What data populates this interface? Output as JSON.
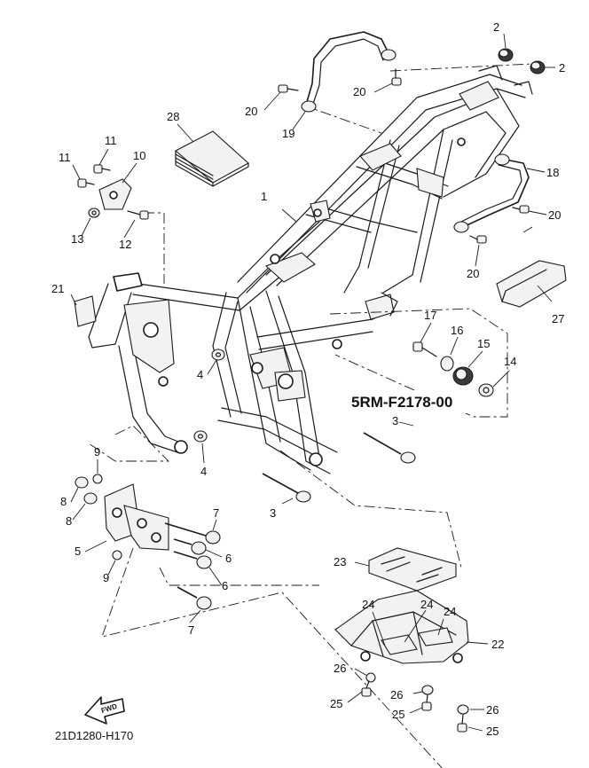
{
  "diagram_code": "21D1280-H170",
  "part_code_label": "5RM-F2178-00",
  "forward_arrow_label": "FWD",
  "callouts": {
    "c1": "1",
    "c2a": "2",
    "c2b": "2",
    "c3a": "3",
    "c3b": "3",
    "c4a": "4",
    "c4b": "4",
    "c5": "5",
    "c6a": "6",
    "c6b": "6",
    "c7a": "7",
    "c7b": "7",
    "c8a": "8",
    "c8b": "8",
    "c9a": "9",
    "c9b": "9",
    "c10": "10",
    "c11a": "11",
    "c11b": "11",
    "c12": "12",
    "c13": "13",
    "c14": "14",
    "c15": "15",
    "c16": "16",
    "c17": "17",
    "c18": "18",
    "c19": "19",
    "c20a": "20",
    "c20b": "20",
    "c20c": "20",
    "c20d": "20",
    "c21": "21",
    "c22": "22",
    "c23": "23",
    "c24a": "24",
    "c24b": "24",
    "c24c": "24",
    "c25a": "25",
    "c25b": "25",
    "c25c": "25",
    "c26a": "26",
    "c26b": "26",
    "c26c": "26",
    "c27": "27",
    "c28": "28"
  }
}
